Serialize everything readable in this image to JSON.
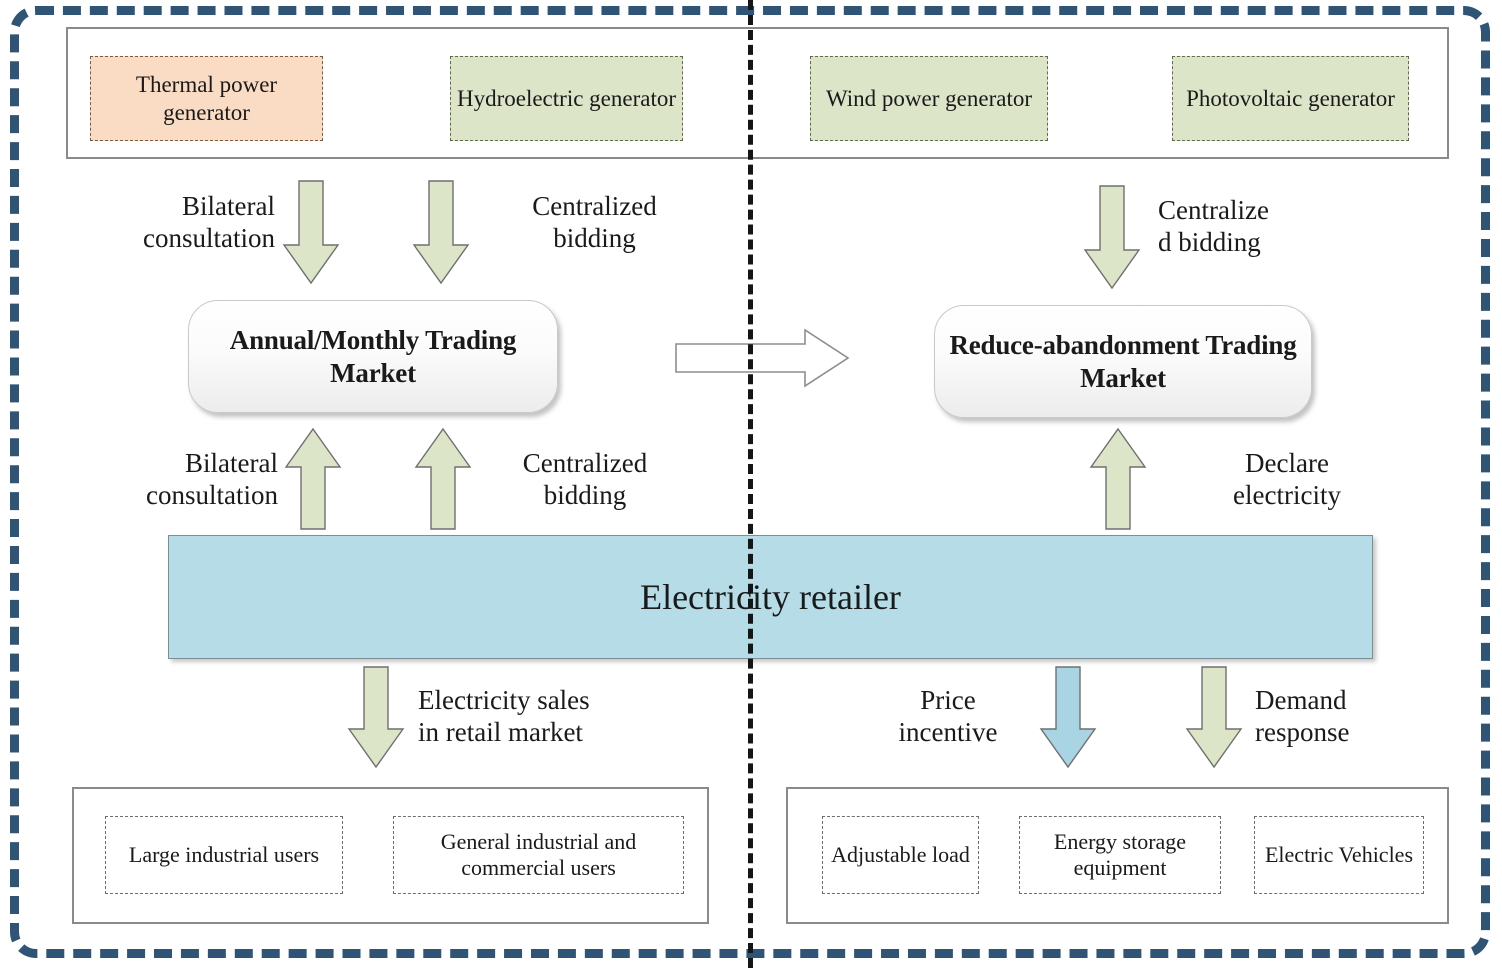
{
  "diagram": {
    "title": "Electricity market trading structure",
    "colors": {
      "frame": "#2f5475",
      "green_fill": "#dce5c8",
      "orange_fill": "#fadbc3",
      "blue_fill": "#b6dce8",
      "divider": "#151515",
      "panel_border": "#8a8a8a"
    },
    "generators": {
      "left": [
        {
          "label": "Thermal power\ngenerator",
          "fill": "orange"
        },
        {
          "label": "Hydroelectric\ngenerator",
          "fill": "green"
        }
      ],
      "right": [
        {
          "label": "Wind power\ngenerator",
          "fill": "green"
        },
        {
          "label": "Photovoltaic\ngenerator",
          "fill": "green"
        }
      ]
    },
    "markets": {
      "left": "Annual/Monthly\nTrading Market",
      "right": "Reduce-abandonment\nTrading Market"
    },
    "retailer": {
      "label": "Electricity retailer"
    },
    "arrow_labels": {
      "down_left_1": "Bilateral\nconsultation",
      "down_left_2": "Centralized\nbidding",
      "down_right_1": "Centralize\nd bidding",
      "up_left_1": "Bilateral\nconsultation",
      "up_left_2": "Centralized\nbidding",
      "up_right_1": "Declare\nelectricity",
      "retail_sales": "Electricity sales\nin retail market",
      "price_incentive": "Price\nincentive",
      "demand_response": "Demand\nresponse"
    },
    "consumers": {
      "left": [
        {
          "label": "Large industrial\nusers"
        },
        {
          "label": "General industrial and\ncommercial users"
        }
      ],
      "right": [
        {
          "label": "Adjustable\nload"
        },
        {
          "label": "Energy storage\nequipment"
        },
        {
          "label": "Electric\nVehicles"
        }
      ]
    }
  }
}
